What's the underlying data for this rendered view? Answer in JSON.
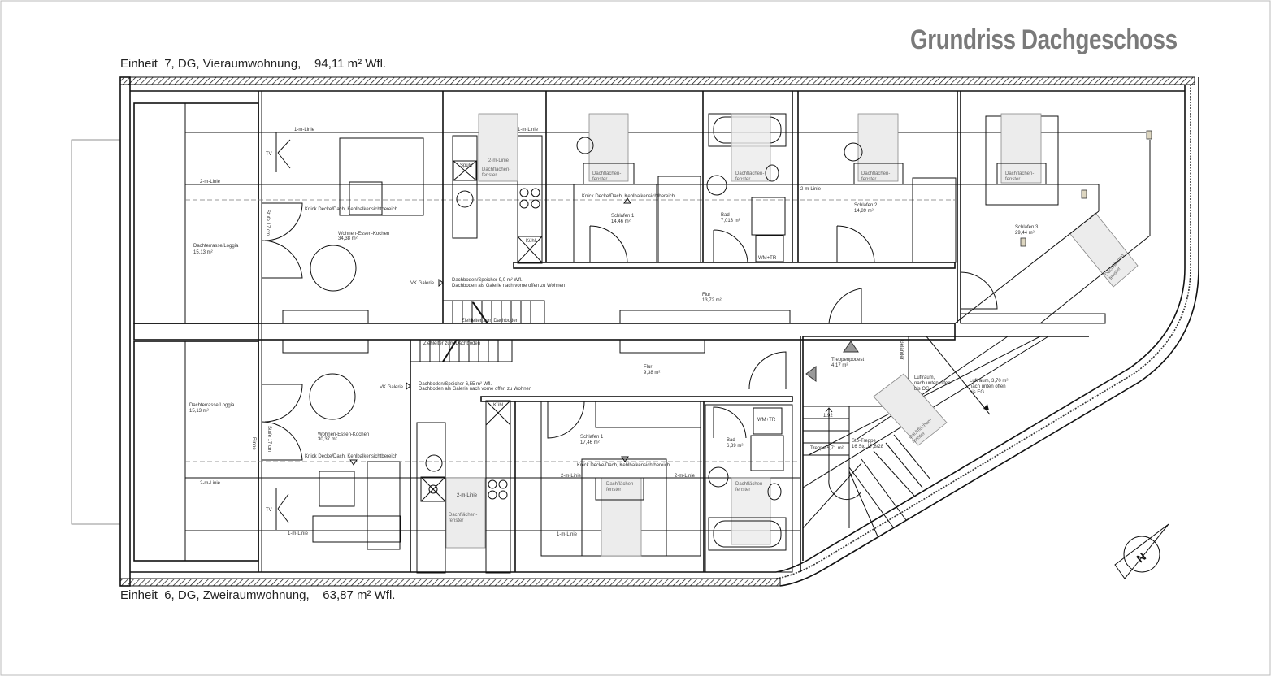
{
  "title": "Grundriss Dachgeschoss",
  "unit_top": "Einheit  7, DG, Vieraumwohnung,    94,11 m² Wfl.",
  "unit_bottom": "Einheit  6, DG, Zweiraumwohnung,    63,87 m² Wfl.",
  "upper": {
    "loggia": {
      "name": "Dachterrasse/Loggia",
      "area": "15,13 m²"
    },
    "living": {
      "name": "Wohnen-Essen-Kochen",
      "area": "34,38 m²"
    },
    "knick": "Knick Decke/Dach, Kehlbalkensichtbereich",
    "step": "Stufe 17 cm",
    "tv": "TV",
    "line1": "1-m-Linie",
    "line2": "2-m-Linie",
    "sink": "Spüle",
    "fridge": "Kühl.",
    "roof_window": "Dachflächen-\nfenster",
    "vk_galerie": "VK Galerie",
    "attic1": "Dachboden/Speicher  9,0 m² Wfl.",
    "attic2": "Dachboden als Galerie nach vorne offen zu Wohnen",
    "ladder": "Zieh­leiter zum Dachboden",
    "bed1": {
      "name": "Schlafen 1",
      "area": "14,46 m²"
    },
    "bath": {
      "name": "Bad",
      "area": "7,013 m²"
    },
    "wmtr": "WM+TR",
    "bed2": {
      "name": "Schlafen 2",
      "area": "14,89 m²"
    },
    "bed3": {
      "name": "Schlafen 3",
      "area": "29,44 m²"
    },
    "hall": {
      "name": "Flur",
      "area": "13,72 m²"
    }
  },
  "lower": {
    "loggia": {
      "name": "Dachterrasse/Loggia",
      "area": "15,13 m²"
    },
    "living": {
      "name": "Wohnen-Essen-Kochen",
      "area": "30,37 m²"
    },
    "knick": "Knick Decke/Dach, Kehlbalkensichtbereich",
    "step": "Stufe 17 cm",
    "rinne": "Rinne",
    "tv": "TV",
    "line1": "1-m-Linie",
    "line2": "2-m-Linie",
    "fridge": "Kühl.",
    "vk_galerie": "VK Galerie",
    "attic1": "Dachboden/Speicher  6,55 m² Wfl.",
    "attic2": "Dachboden als Galerie nach vorne offen zu Wohnen",
    "ladder": "Zieh­leiter zum Dachboden",
    "hall": {
      "name": "Flur",
      "area": "9,38 m²"
    },
    "bed1": {
      "name": "Schlafen 1",
      "area": "17,46 m²"
    },
    "bath": {
      "name": "Bad",
      "area": "6,39 m²"
    },
    "wmtr": "WM+TR",
    "landing": {
      "name": "Treppenpodest",
      "area": "4,17 m²"
    },
    "railing": "Geländer",
    "void_og": "Luftraum,\nnach unten offen\nbis OG",
    "void_eg": "Luftraum, 3,70 m²\nnach unten offen\nbis EG",
    "stair": "Treppe 5,71 m²",
    "stair_spec1": "Stb-Treppe",
    "stair_spec2": "16 Stg.17,8/28",
    "stair_num": "1.92"
  },
  "compass_letter": "N",
  "colors": {
    "title": "#7a7a7a",
    "roof_window_fill": "#ececec",
    "wall": "#111111"
  }
}
